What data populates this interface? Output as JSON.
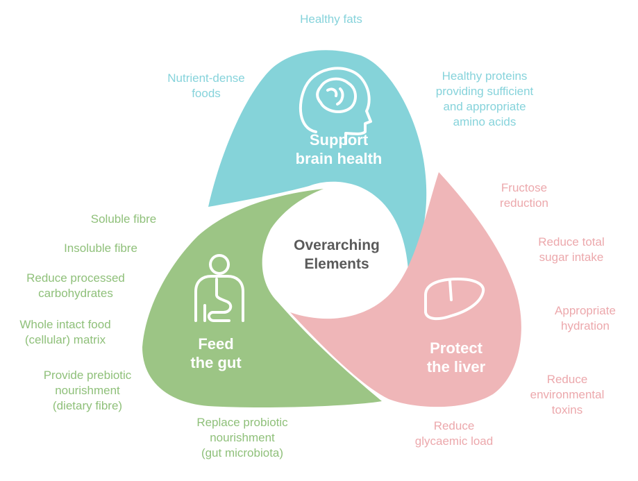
{
  "center": {
    "line1": "Overarching",
    "line2": "Elements"
  },
  "segments": {
    "brain": {
      "title_line1": "Support",
      "title_line2": "brain health",
      "icon": "brain-head-icon",
      "color": "#85d3d9"
    },
    "gut": {
      "title_line1": "Feed",
      "title_line2": "the gut",
      "icon": "digestive-system-icon",
      "color": "#9cc585"
    },
    "liver": {
      "title_line1": "Protect",
      "title_line2": "the liver",
      "icon": "liver-icon",
      "color": "#efb6b8"
    }
  },
  "brain_items": {
    "healthy_fats": "Healthy fats",
    "nutrient_dense": [
      "Nutrient-dense",
      "foods"
    ],
    "healthy_proteins": [
      "Healthy proteins",
      "providing sufficient",
      "and appropriate",
      "amino acids"
    ]
  },
  "gut_items": {
    "soluble": "Soluble fibre",
    "insoluble": "Insoluble fibre",
    "processed": [
      "Reduce processed",
      "carbohydrates"
    ],
    "whole_food": [
      "Whole intact food",
      "(cellular) matrix"
    ],
    "prebiotic": [
      "Provide prebiotic",
      "nourishment",
      "(dietary fibre)"
    ],
    "probiotic": [
      "Replace probiotic",
      "nourishment",
      "(gut microbiota)"
    ]
  },
  "liver_items": {
    "fructose": [
      "Fructose",
      "reduction"
    ],
    "sugar": [
      "Reduce total",
      "sugar intake"
    ],
    "hydration": [
      "Appropriate",
      "hydration"
    ],
    "toxins": [
      "Reduce",
      "environmental",
      "toxins"
    ],
    "glycaemic": [
      "Reduce",
      "glycaemic load"
    ]
  }
}
